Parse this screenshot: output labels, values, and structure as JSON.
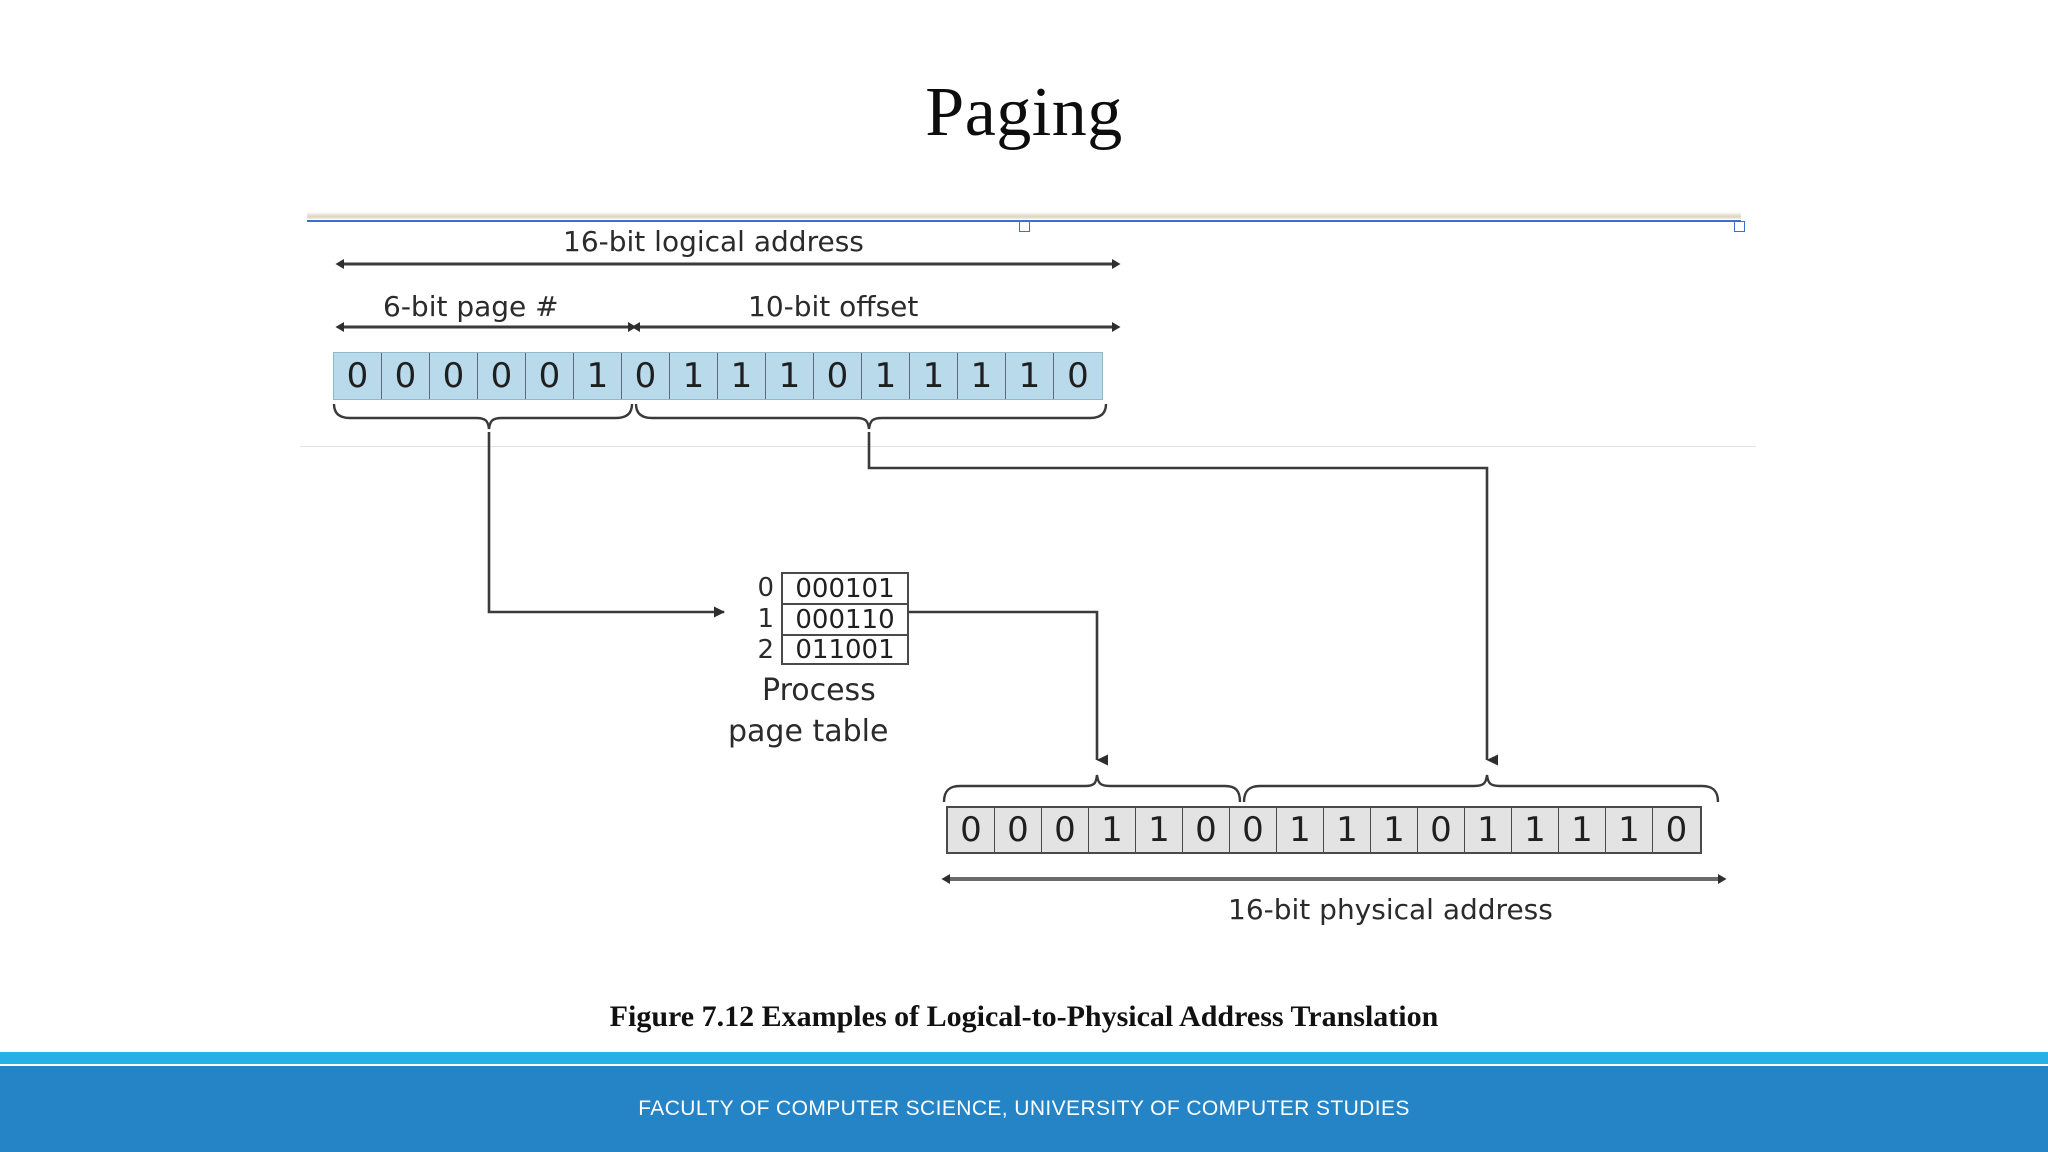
{
  "slide": {
    "title": "Paging"
  },
  "diagram": {
    "labels": {
      "logical_address": "16-bit logical address",
      "page_number": "6-bit page #",
      "offset": "10-bit offset",
      "physical_address": "16-bit physical address",
      "process_line1": "Process",
      "process_line2": "page table"
    },
    "logical_bits": [
      "0",
      "0",
      "0",
      "0",
      "0",
      "1",
      "0",
      "1",
      "1",
      "1",
      "0",
      "1",
      "1",
      "1",
      "1",
      "0"
    ],
    "logical_page_bits": [
      "0",
      "0",
      "0",
      "0",
      "0",
      "1"
    ],
    "logical_offset_bits": [
      "0",
      "1",
      "1",
      "1",
      "0",
      "1",
      "1",
      "1",
      "1",
      "0"
    ],
    "physical_bits": [
      "0",
      "0",
      "0",
      "1",
      "1",
      "0",
      "0",
      "1",
      "1",
      "1",
      "0",
      "1",
      "1",
      "1",
      "1",
      "0"
    ],
    "physical_frame_bits": [
      "0",
      "0",
      "0",
      "1",
      "1",
      "0"
    ],
    "physical_offset_bits": [
      "0",
      "1",
      "1",
      "1",
      "0",
      "1",
      "1",
      "1",
      "1",
      "0"
    ],
    "page_table": [
      {
        "index": "0",
        "value": "000101"
      },
      {
        "index": "1",
        "value": "000110"
      },
      {
        "index": "2",
        "value": "011001"
      }
    ],
    "selected_page_table_index": "1"
  },
  "caption": "Figure 7.12 Examples of Logical-to-Physical Address Translation",
  "footer": {
    "text": "FACULTY OF COMPUTER SCIENCE, UNIVERSITY OF COMPUTER STUDIES"
  },
  "colors": {
    "logical_cell": "#b9daea",
    "physical_cell": "#e3e3e3",
    "footer_bar": "#2484c6",
    "footer_accent": "#27b0e6",
    "selection_border": "#3b6fd4"
  }
}
